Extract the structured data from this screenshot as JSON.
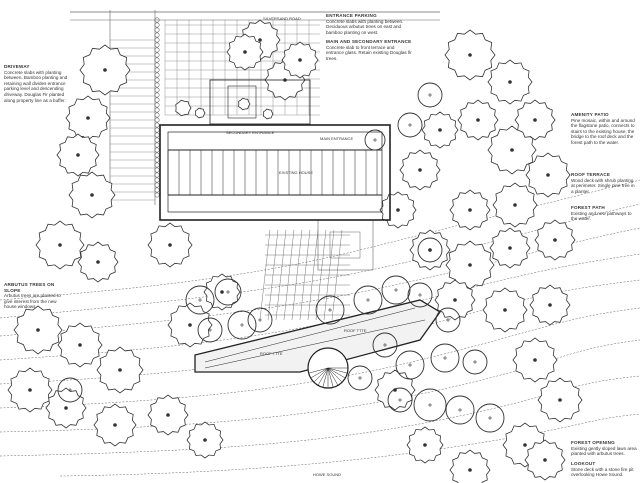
{
  "labels": {
    "road": "SILVERSAND ROAD",
    "existing_house": "EXISTING HOUSE",
    "secondary_entrance": "SECONDARY ENTRANCE",
    "main_entrance": "MAIN ENTRANCE",
    "roof_south": "ROOF TTTE",
    "roof_north": "ROOF TTTE",
    "sound": "HOWE SOUND"
  },
  "notes": {
    "driveway": {
      "title": "DRIVEWAY",
      "body": "Concrete slabs with planting between. Bamboo planting and retaining wall divides entrance parking level and descending driveway. Douglas Fir planted along property line as a buffer."
    },
    "entrance_parking": {
      "title": "ENTRANCE PARKING",
      "body": "Concrete slabs with planting between. Deciduous arbutus trees on east and bamboo planting on west."
    },
    "main_secondary": {
      "title": "MAIN AND SECONDARY ENTRANCE",
      "body": "Concrete slab to front terrace and entrance glass. Retain existing Douglas fir trees."
    },
    "arbutus": {
      "title": "ARBUTUS TREES ON SLOPE",
      "body": "Arbutus trees are planted to give interest from the new house windows."
    },
    "amenity_patio": {
      "title": "AMENITY PATIO",
      "body": "Pine mosaic, within and around the flagstone patio, connects to stairs to the existing house, the bridge to the roof deck and the forest path to the water."
    },
    "roof_terrace": {
      "title": "ROOF TERRACE",
      "body": "Wood deck with shrub planting at perimeter. Single pine tree in a planter."
    },
    "forest_path": {
      "title": "FOREST PATH",
      "body": "Existing and new pathways to the water."
    },
    "forest_opening": {
      "title": "FOREST OPENING",
      "body": "Existing gently sloped lawn area planted with arbutus trees."
    },
    "lookout": {
      "title": "LOOKOUT",
      "body": "Stone deck with a stone fire pit overlooking Howe Sound."
    }
  }
}
